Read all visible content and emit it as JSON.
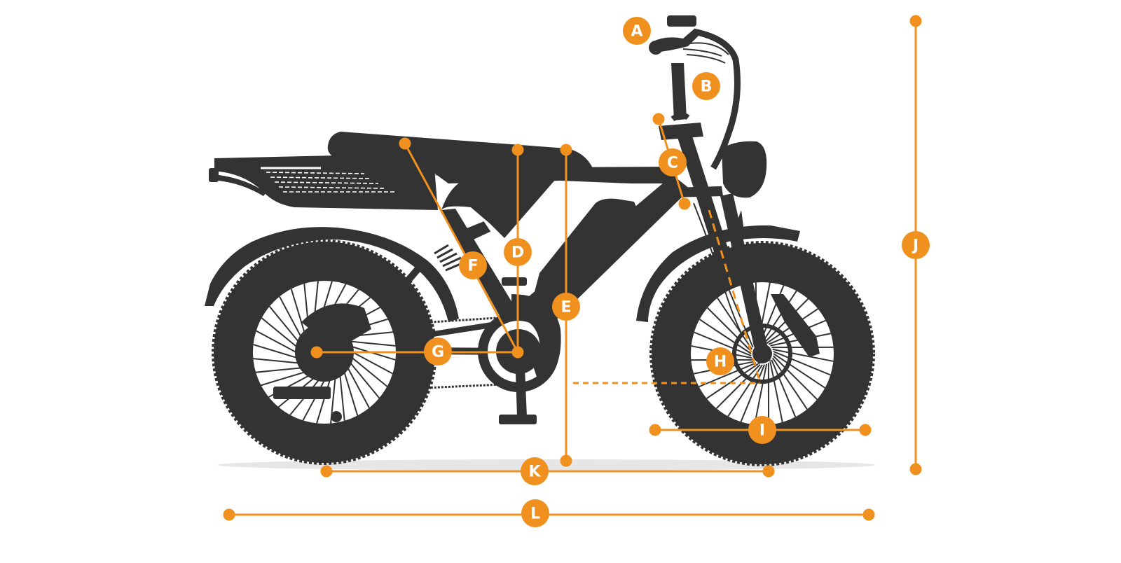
{
  "colors": {
    "accent": "#F0901E",
    "bike": "#333333",
    "wheel_bg": "#ffffff",
    "shadow": "#e6e6e6"
  },
  "bike": {
    "parts": [
      "rear-wheel",
      "front-wheel",
      "rear-fender",
      "front-fender",
      "seat",
      "rear-rack",
      "frame",
      "battery",
      "front-fork",
      "handlebar",
      "headlight",
      "crankset",
      "rear-shock",
      "kickstand"
    ]
  },
  "labels": {
    "A": "A",
    "B": "B",
    "C": "C",
    "D": "D",
    "E": "E",
    "F": "F",
    "G": "G",
    "H": "H",
    "I": "I",
    "J": "J",
    "K": "K",
    "L": "L"
  }
}
